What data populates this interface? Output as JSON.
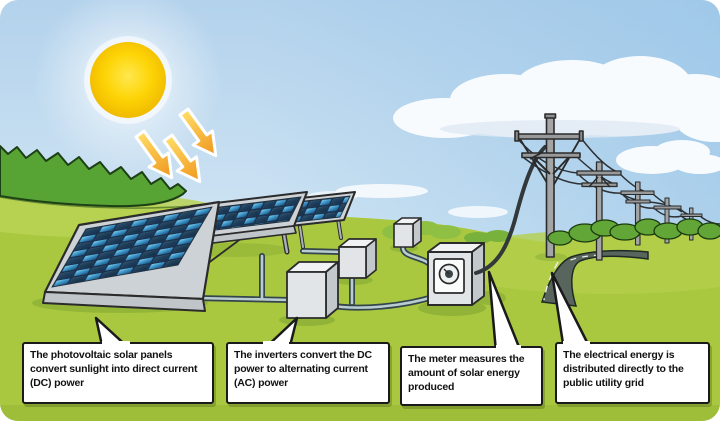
{
  "callouts": [
    {
      "text": "The photovoltaic solar panels convert sunlight into direct current (DC) power"
    },
    {
      "text": "The inverters convert the DC power to alternating current (AC) power"
    },
    {
      "text": "The meter measures the amount of solar energy produced"
    },
    {
      "text": "The electrical energy is distributed directly to the public utility grid"
    }
  ],
  "scene_elements": [
    "sun",
    "sun-ray-arrows",
    "clouds",
    "grass-hills",
    "hedge",
    "solar-panels",
    "inverter-boxes",
    "electric-meter",
    "conduit-pipes",
    "service-cable",
    "utility-poles",
    "power-lines",
    "road"
  ],
  "colors": {
    "sky_top": "#a9cdea",
    "sky_horizon": "#e9f3f9",
    "grass": "#a9c840",
    "hedge_green": "#57a334",
    "sun_yellow": "#fdd406",
    "arrow_orange": "#f0961c",
    "panel_cell_blue": "#3e96c8",
    "equipment_gray": "#e2e5e7",
    "outline_black": "#1a1a1a",
    "callout_bg": "#ffffff"
  }
}
